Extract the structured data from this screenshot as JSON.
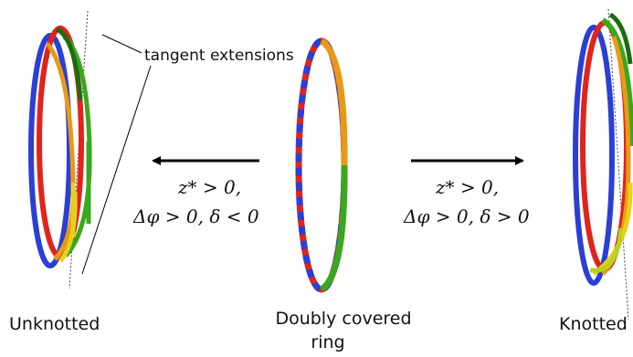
{
  "annotation": "tangent extensions",
  "captions": {
    "left": "Unknotted",
    "center_line1": "Doubly covered",
    "center_line2": "ring",
    "right": "Knotted"
  },
  "left_arrow": {
    "condition_line1": "z* > 0,",
    "condition_line2": "Δφ > 0, δ < 0"
  },
  "right_arrow": {
    "condition_line1": "z* > 0,",
    "condition_line2": "Δφ > 0, δ > 0"
  },
  "colors": {
    "blue": "#2a3fd6",
    "red": "#e0241c",
    "green": "#3aa81c",
    "dark_green": "#1f6a10",
    "orange": "#e89a16",
    "yellow": "#e6d21a",
    "yellow_green": "#b7d11f",
    "arrow": "#000000"
  }
}
